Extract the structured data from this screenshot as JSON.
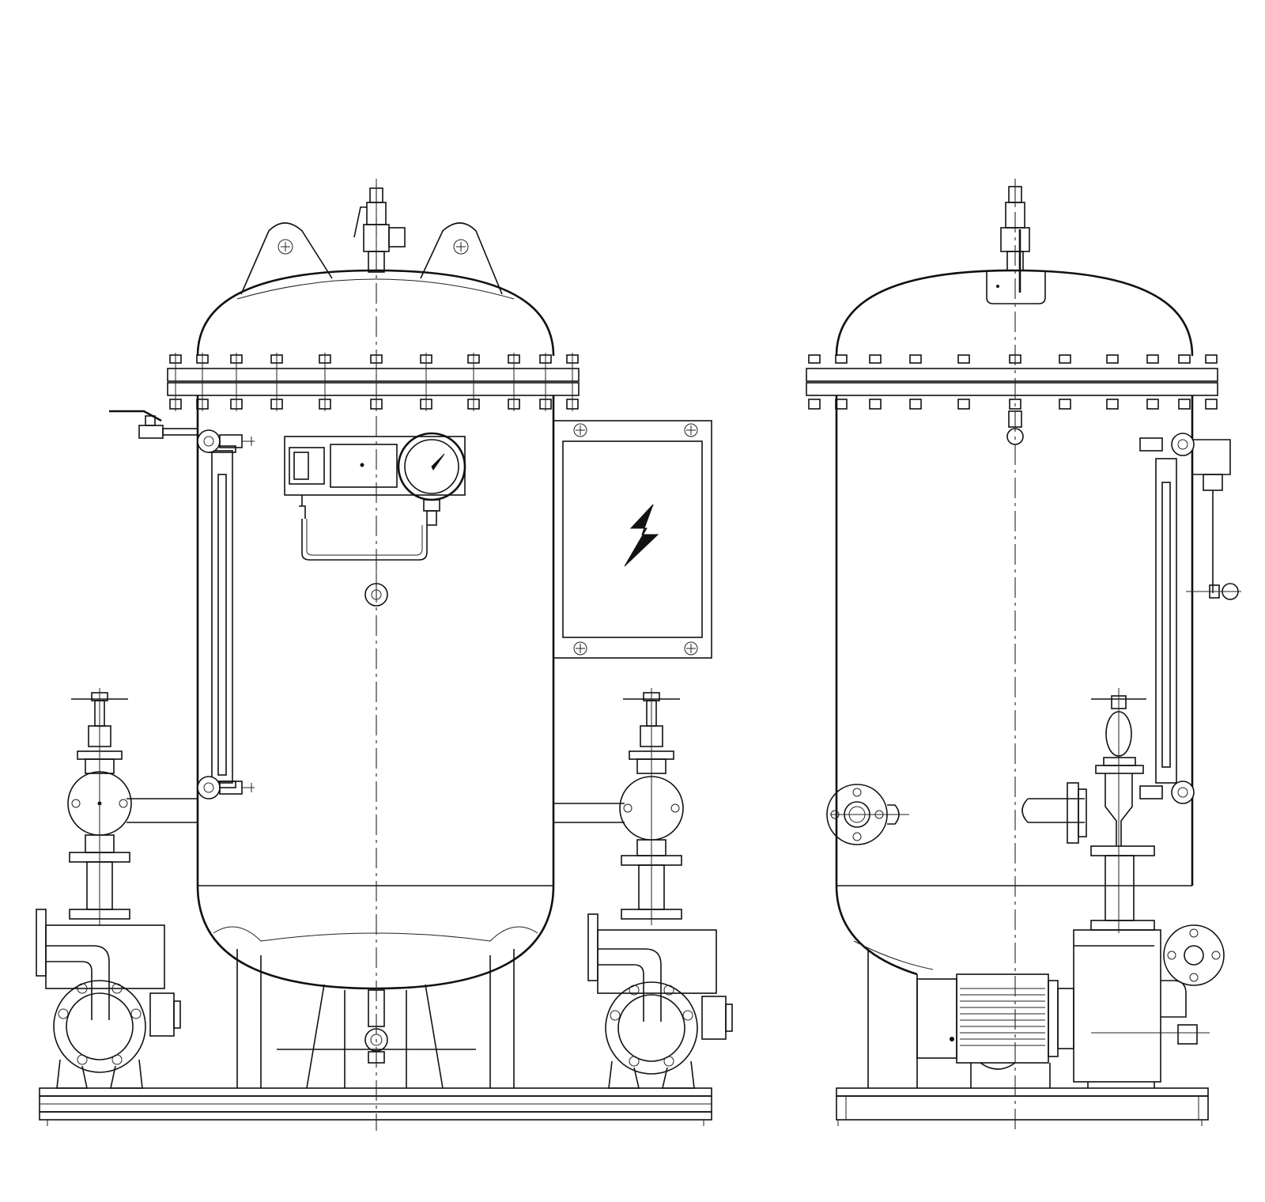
{
  "drawing": {
    "views": [
      {
        "id": "front-elevation",
        "label": ""
      },
      {
        "id": "side-elevation",
        "label": ""
      }
    ],
    "components": {
      "front": [
        "lifting-lugs",
        "safety-valve",
        "body-flange",
        "pressure-switch-panel",
        "pressure-gauge",
        "control-cabinet",
        "level-gauge",
        "inlet-valve",
        "outlet-valve",
        "pumps",
        "drain-valve",
        "base-frame"
      ],
      "side": [
        "safety-valve",
        "body-flange",
        "level-gauge",
        "flange-nozzle",
        "valve",
        "electric-motor",
        "pump",
        "base-frame"
      ]
    },
    "icons": {
      "cabinet": "lightning-bolt-icon",
      "gauge": "pressure-gauge-icon"
    },
    "colors": {
      "line": "#111111",
      "background": "#ffffff"
    }
  }
}
